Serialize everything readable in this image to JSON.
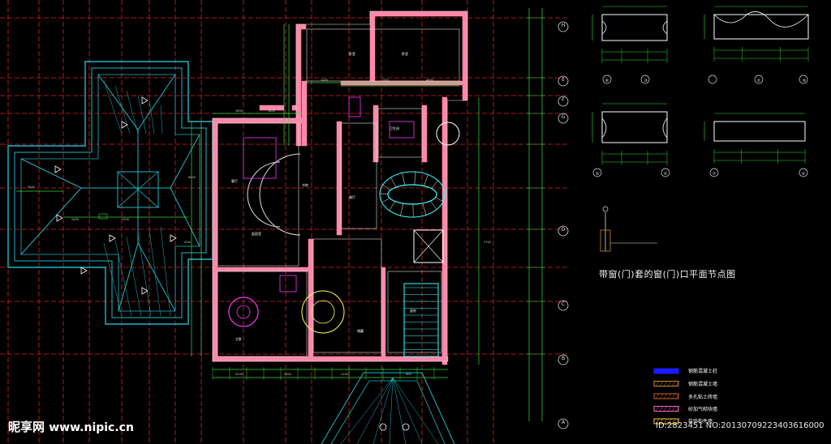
{
  "drawing": {
    "detail_title": "带窗(门)套的窗(门)口平面节点图",
    "grid_bubbles": [
      "H",
      "E",
      "F",
      "G",
      "D",
      "C",
      "B",
      "A"
    ],
    "section_markers": [
      "③",
      "②",
      "⑥",
      "⑤",
      "⑤",
      "⑦",
      "④",
      "⑥"
    ],
    "room_labels": [
      "卧室",
      "卧室",
      "客厅",
      "餐厅",
      "厨房",
      "卫生间",
      "书房",
      "主卧",
      "储藏",
      "起居室"
    ],
    "dimension_labels": [
      "2400",
      "1200",
      "4800",
      "3600",
      "1800",
      "4200",
      "3300",
      "2100",
      "900",
      "1500",
      "6000",
      "5400",
      "7200",
      "4500",
      "2700"
    ],
    "legend": [
      {
        "label": "钢筋混凝土柱",
        "swatch": "#1a1aff"
      },
      {
        "label": "钢筋混凝土墙",
        "swatch": "#cc8833"
      },
      {
        "label": "多孔粘土砖墙",
        "swatch": "#cc6633"
      },
      {
        "label": "砂加气砌块墙",
        "swatch": "#ff66cc"
      },
      {
        "label": "装饰构件墙",
        "swatch": "#ffcc33"
      }
    ],
    "colors": {
      "background": "#000000",
      "grid_axis": "#e0211f",
      "roof": "#21b6c4",
      "wall_fill": "#ff88aa",
      "dimension": "#33dd33",
      "furniture": "#ff33ff",
      "stair": "#33ffff",
      "annotation": "#ffff33"
    }
  },
  "watermark": {
    "brand": "昵享网",
    "url": "www.nipic.cn"
  },
  "image_meta": "ID:2823451 NO:20130709223403616000"
}
